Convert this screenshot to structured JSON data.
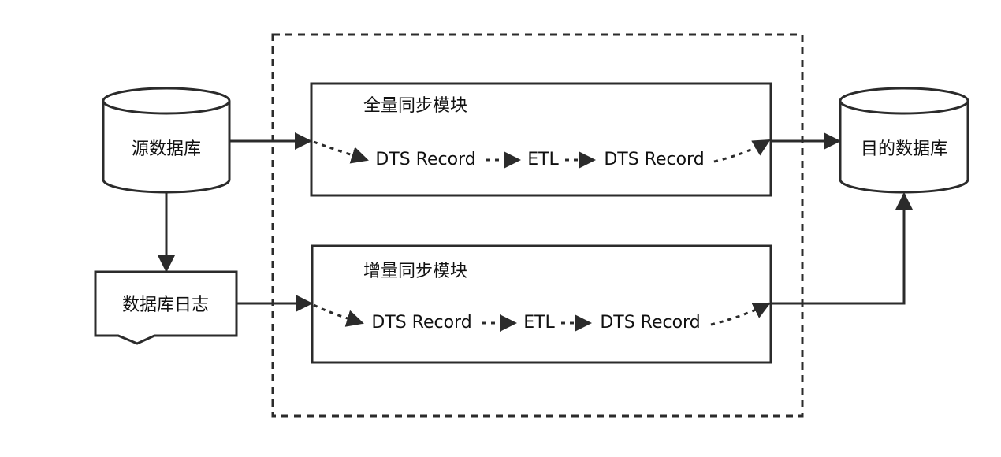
{
  "nodes": {
    "source_db": "源数据库",
    "target_db": "目的数据库",
    "db_log": "数据库日志"
  },
  "modules": {
    "full_sync": {
      "title": "全量同步模块",
      "record_in": "DTS Record",
      "etl": "ETL",
      "record_out": "DTS Record"
    },
    "incremental_sync": {
      "title": "增量同步模块",
      "record_in": "DTS Record",
      "etl": "ETL",
      "record_out": "DTS Record"
    }
  },
  "colors": {
    "stroke": "#2b2b2b",
    "background": "#ffffff",
    "text": "#111111"
  }
}
